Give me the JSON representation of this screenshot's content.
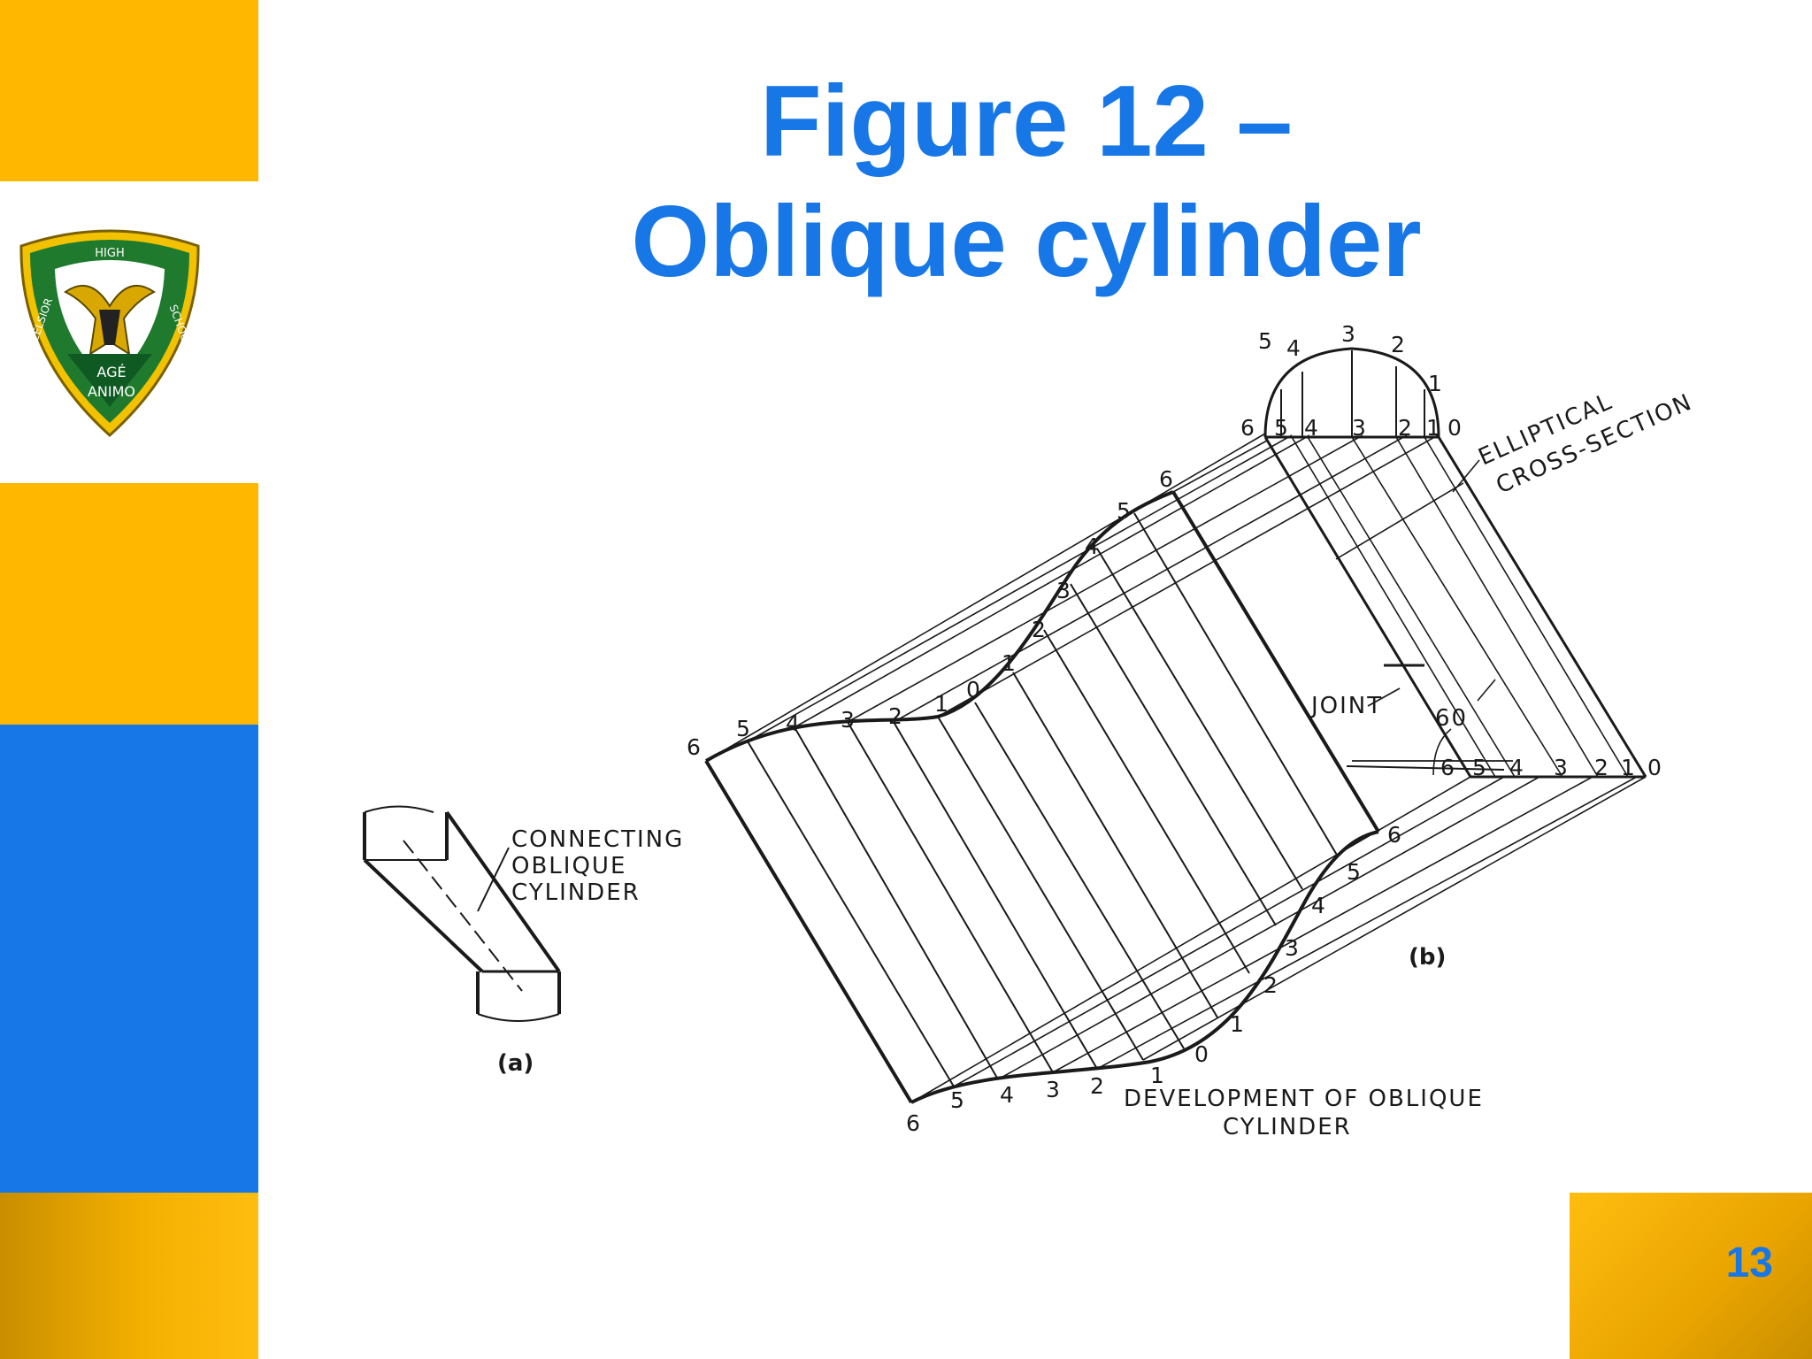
{
  "slide": {
    "title_line1": "Figure 12 –",
    "title_line2": "Oblique cylinder",
    "page_number": "13"
  },
  "logo": {
    "text_top": "HIGH",
    "text_left": "EXCELSIOR",
    "text_right": "SCHOOL",
    "motto_line1": "AGÉ",
    "motto_line2": "ANIMO"
  },
  "figure": {
    "a_label_line1": "CONNECTING",
    "a_label_line2": "OBLIQUE",
    "a_label_line3": "CYLINDER",
    "a_caption": "(a)",
    "b_caption": "(b)",
    "elliptical_line1": "ELLIPTICAL",
    "elliptical_line2": "CROSS-SECTION",
    "joint_label": "JOINT",
    "angle_label": "60",
    "development_line1": "DEVELOPMENT OF OBLIQUE",
    "development_line2": "CYLINDER"
  },
  "colors": {
    "accent_blue": "#1877e6",
    "accent_gold": "#ffb700",
    "logo_green": "#1f7a2e"
  }
}
